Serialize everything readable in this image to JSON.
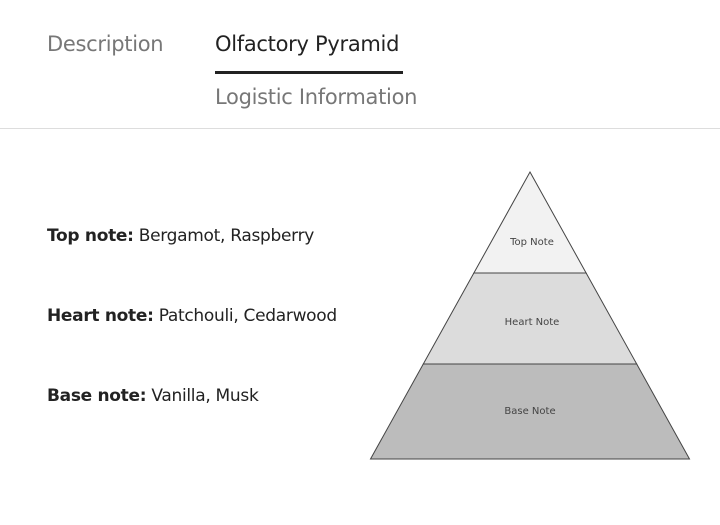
{
  "tabs": [
    {
      "label": "Description",
      "active": false
    },
    {
      "label": "Olfactory Pyramid",
      "active": true
    },
    {
      "label": "Logistic Information",
      "active": false
    }
  ],
  "notes": [
    {
      "label": "Top note:",
      "value": "Bergamot, Raspberry"
    },
    {
      "label": "Heart note:",
      "value": "Patchouli, Cedarwood"
    },
    {
      "label": "Base note:",
      "value": "Vanilla, Musk"
    }
  ],
  "pyramid": {
    "levels": [
      {
        "label": "Top Note",
        "color": "#f2f2f2"
      },
      {
        "label": "Heart Note",
        "color": "#dcdcdc"
      },
      {
        "label": "Base Note",
        "color": "#bcbcbc"
      }
    ],
    "stroke": "#444444"
  }
}
